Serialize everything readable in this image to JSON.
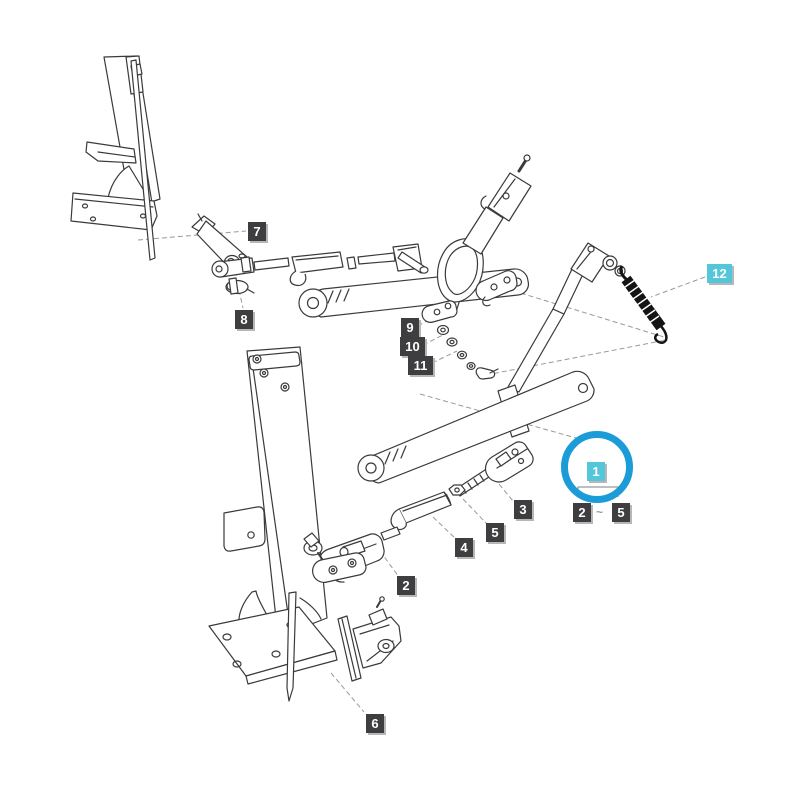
{
  "colors": {
    "background": "#ffffff",
    "line": "#3a3a3a",
    "leader": "#999999",
    "label_dark": "#3e3e40",
    "label_cyan": "#53c6d9",
    "label_text": "#ffffff",
    "label_shadow": "#b7b7b7",
    "highlight_circle": "#1b9cd8",
    "spring": "#141414"
  },
  "callouts": [
    {
      "id": "7",
      "text": "7"
    },
    {
      "id": "8",
      "text": "8"
    },
    {
      "id": "9",
      "text": "9"
    },
    {
      "id": "10",
      "text": "10"
    },
    {
      "id": "11",
      "text": "11"
    },
    {
      "id": "12",
      "text": "12"
    },
    {
      "id": "1",
      "text": "1"
    },
    {
      "id": "2a",
      "text": "2"
    },
    {
      "id": "5a",
      "text": "5"
    },
    {
      "id": "3",
      "text": "3"
    },
    {
      "id": "5b",
      "text": "5"
    },
    {
      "id": "4",
      "text": "4"
    },
    {
      "id": "2b",
      "text": "2"
    },
    {
      "id": "6",
      "text": "6"
    }
  ],
  "group_annotation": {
    "assembly_label": "1",
    "from_label": "2",
    "to_label": "5",
    "range_separator": "~"
  },
  "icons": {
    "highlight-circle-icon": "blue ring highlighting assembly callout 1",
    "spring-icon": "extension spring part 12"
  }
}
